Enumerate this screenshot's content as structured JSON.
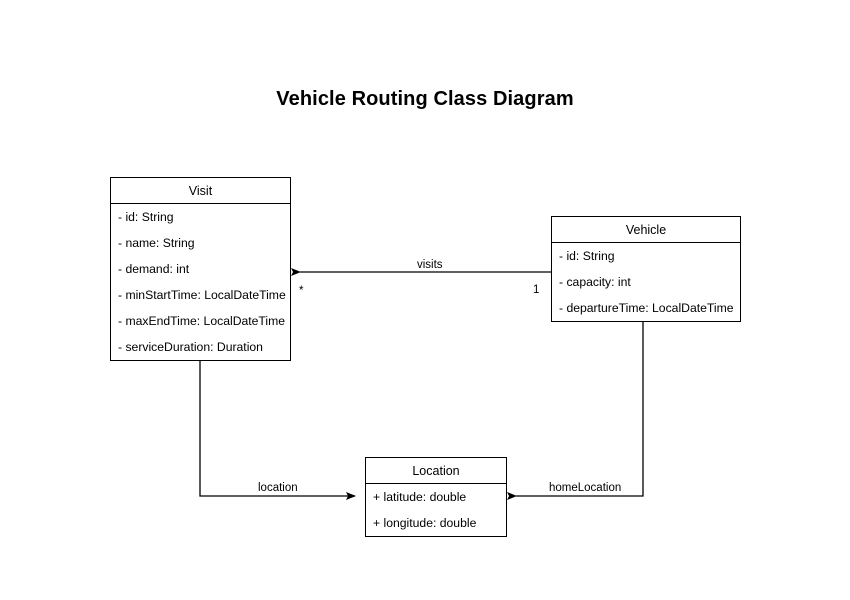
{
  "title": "Vehicle Routing Class Diagram",
  "classes": [
    {
      "id": "visit",
      "name": "Visit",
      "attributes": [
        "- id: String",
        "- name: String",
        "- demand: int",
        "- minStartTime: LocalDateTime",
        "- maxEndTime: LocalDateTime",
        "- serviceDuration: Duration"
      ]
    },
    {
      "id": "vehicle",
      "name": "Vehicle",
      "attributes": [
        "- id: String",
        "- capacity: int",
        "- departureTime: LocalDateTime"
      ]
    },
    {
      "id": "location",
      "name": "Location",
      "attributes": [
        "+ latitude: double",
        "+ longitude: double"
      ]
    }
  ],
  "relationships": [
    {
      "id": "visits",
      "label": "visits",
      "from": "Vehicle",
      "to": "Visit",
      "source_multiplicity": "1",
      "target_multiplicity": "*"
    },
    {
      "id": "location",
      "label": "location",
      "from": "Visit",
      "to": "Location",
      "source_multiplicity": "",
      "target_multiplicity": ""
    },
    {
      "id": "homeLocation",
      "label": "homeLocation",
      "from": "Vehicle",
      "to": "Location",
      "source_multiplicity": "",
      "target_multiplicity": ""
    }
  ],
  "colors": {
    "background": "#ffffff",
    "stroke": "#000000",
    "text": "#000000"
  }
}
